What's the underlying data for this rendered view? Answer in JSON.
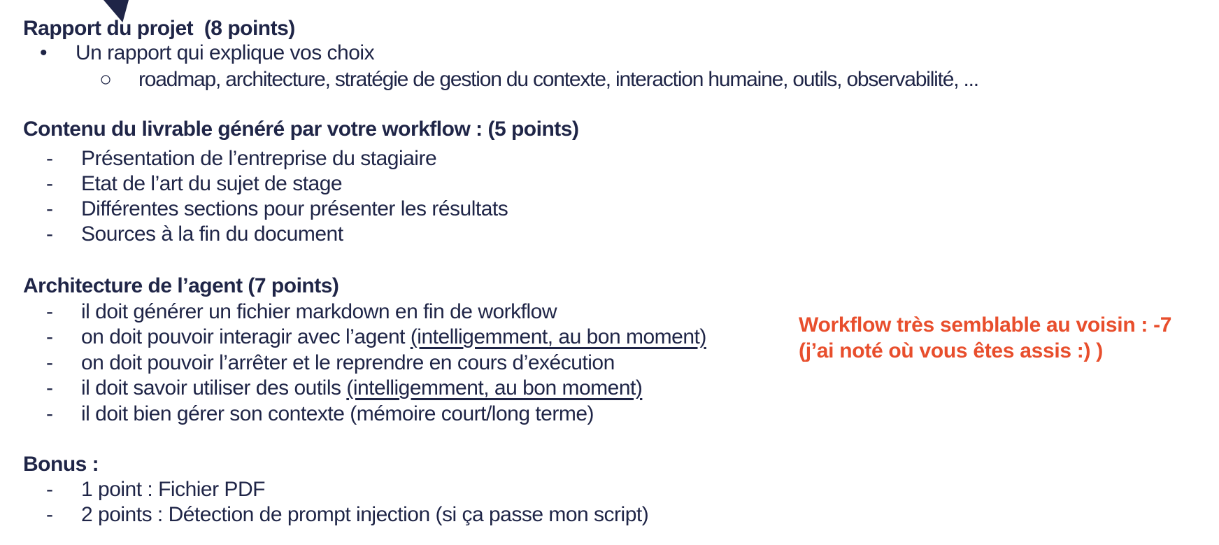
{
  "colors": {
    "text_navy": "#1f2547",
    "annotation_orange": "#e84e2c",
    "background": "#ffffff"
  },
  "markers": {
    "bullet": "•",
    "circle": "○",
    "dash": "-"
  },
  "rapport": {
    "heading": "Rapport du projet  (8 points)",
    "bullet_item": "Un rapport qui explique vos choix",
    "sub_bullet_item": "roadmap, architecture, stratégie de gestion du contexte, interaction humaine, outils, observabilité, ..."
  },
  "contenu": {
    "heading": "Contenu du livrable généré par votre workflow : (5 points)",
    "items": [
      "Présentation de l’entreprise du stagiaire",
      "Etat de l’art du sujet de stage",
      "Différentes sections pour présenter les résultats",
      "Sources à la fin du document"
    ]
  },
  "architecture": {
    "heading": "Architecture de l’agent (7 points)",
    "items": [
      {
        "text": "il doit générer un fichier markdown en fin de workflow",
        "underlined": ""
      },
      {
        "text": "on doit pouvoir interagir avec l’agent ",
        "underlined": "(intelligemment, au bon moment)"
      },
      {
        "text": "on doit pouvoir l’arrêter et le reprendre en cours d’exécution",
        "underlined": ""
      },
      {
        "text": "il doit savoir utiliser des outils ",
        "underlined": "(intelligemment, au bon moment)"
      },
      {
        "text": "il doit bien gérer son contexte (mémoire court/long terme)",
        "underlined": ""
      }
    ]
  },
  "bonus": {
    "heading": "Bonus :",
    "items": [
      "1 point : Fichier PDF",
      "2 points : Détection de prompt injection (si ça passe mon script)"
    ]
  },
  "annotation": {
    "line1": "Workflow très semblable au voisin : -7",
    "line2": "(j’ai noté où vous êtes assis :) )"
  }
}
